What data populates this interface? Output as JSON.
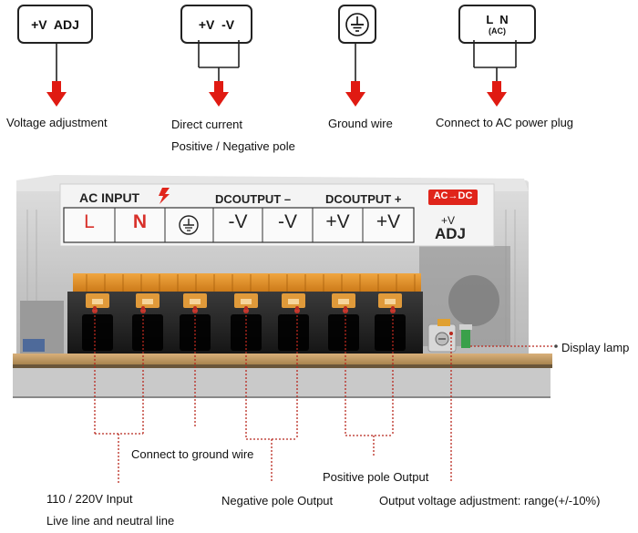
{
  "legend": [
    {
      "symbol": "+V  ADJ",
      "caption": [
        "Voltage adjustment"
      ]
    },
    {
      "symbol": "+V  -V",
      "caption": [
        "Direct current",
        "Positive / Negative pole"
      ]
    },
    {
      "symbol": "ground-symbol",
      "caption": [
        "Ground wire"
      ]
    },
    {
      "symbol": "L  N",
      "symbol_sub": "(AC)",
      "caption": [
        "Connect to AC power plug"
      ]
    }
  ],
  "panel": {
    "ac_input": "AC INPUT",
    "dc_output_neg": "DCOUTPUT –",
    "dc_output_pos": "DCOUTPUT +",
    "badge": "AC→DC",
    "adj_top": "+V",
    "adj_bottom": "ADJ",
    "terminals": [
      "L",
      "N",
      "ground-symbol",
      "-V",
      "-V",
      "+V",
      "+V"
    ]
  },
  "callouts": {
    "display_lamp": "Display lamp",
    "ground": "Connect to ground wire",
    "positive": "Positive pole Output",
    "input_line1": "110 / 220V Input",
    "input_line2": "Live line and neutral line",
    "negative": "Negative pole Output",
    "adjust": "Output voltage adjustment: range(+/-10%)"
  },
  "colors": {
    "arrow_red": "#e01a12",
    "terminal_red": "#d8302a",
    "callout_red": "#b8281e",
    "badge_red": "#e0251b",
    "orange_block": "#d98a22",
    "metal": "#c9c9c9"
  }
}
